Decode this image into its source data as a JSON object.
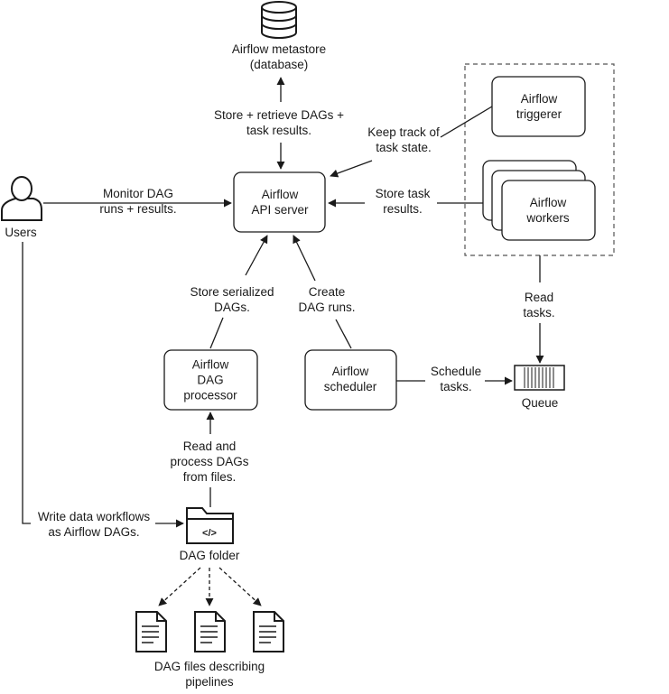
{
  "nodes": {
    "metastore": [
      "Airflow metastore",
      "(database)"
    ],
    "api_server": [
      "Airflow",
      "API server"
    ],
    "triggerer": [
      "Airflow",
      "triggerer"
    ],
    "workers": [
      "Airflow",
      "workers"
    ],
    "dag_processor": [
      "Airflow",
      "DAG",
      "processor"
    ],
    "scheduler": [
      "Airflow",
      "scheduler"
    ],
    "queue": "Queue",
    "users": "Users",
    "dag_folder": "DAG folder",
    "dag_files": [
      "DAG files describing",
      "pipelines"
    ]
  },
  "edges": {
    "store_retrieve": [
      "Store + retrieve DAGs +",
      "task results."
    ],
    "keep_track": [
      "Keep track of",
      "task state."
    ],
    "monitor": [
      "Monitor DAG",
      "runs + results."
    ],
    "store_task_results": [
      "Store task",
      "results."
    ],
    "store_serialized": [
      "Store serialized",
      "DAGs."
    ],
    "create_runs": [
      "Create",
      "DAG runs."
    ],
    "read_tasks": [
      "Read",
      "tasks."
    ],
    "schedule_tasks": [
      "Schedule",
      "tasks."
    ],
    "read_process": [
      "Read and",
      "process DAGs",
      "from files."
    ],
    "write_workflows": [
      "Write data workflows",
      "as Airflow DAGs."
    ]
  },
  "icons": {
    "folder_glyph": "</>"
  }
}
